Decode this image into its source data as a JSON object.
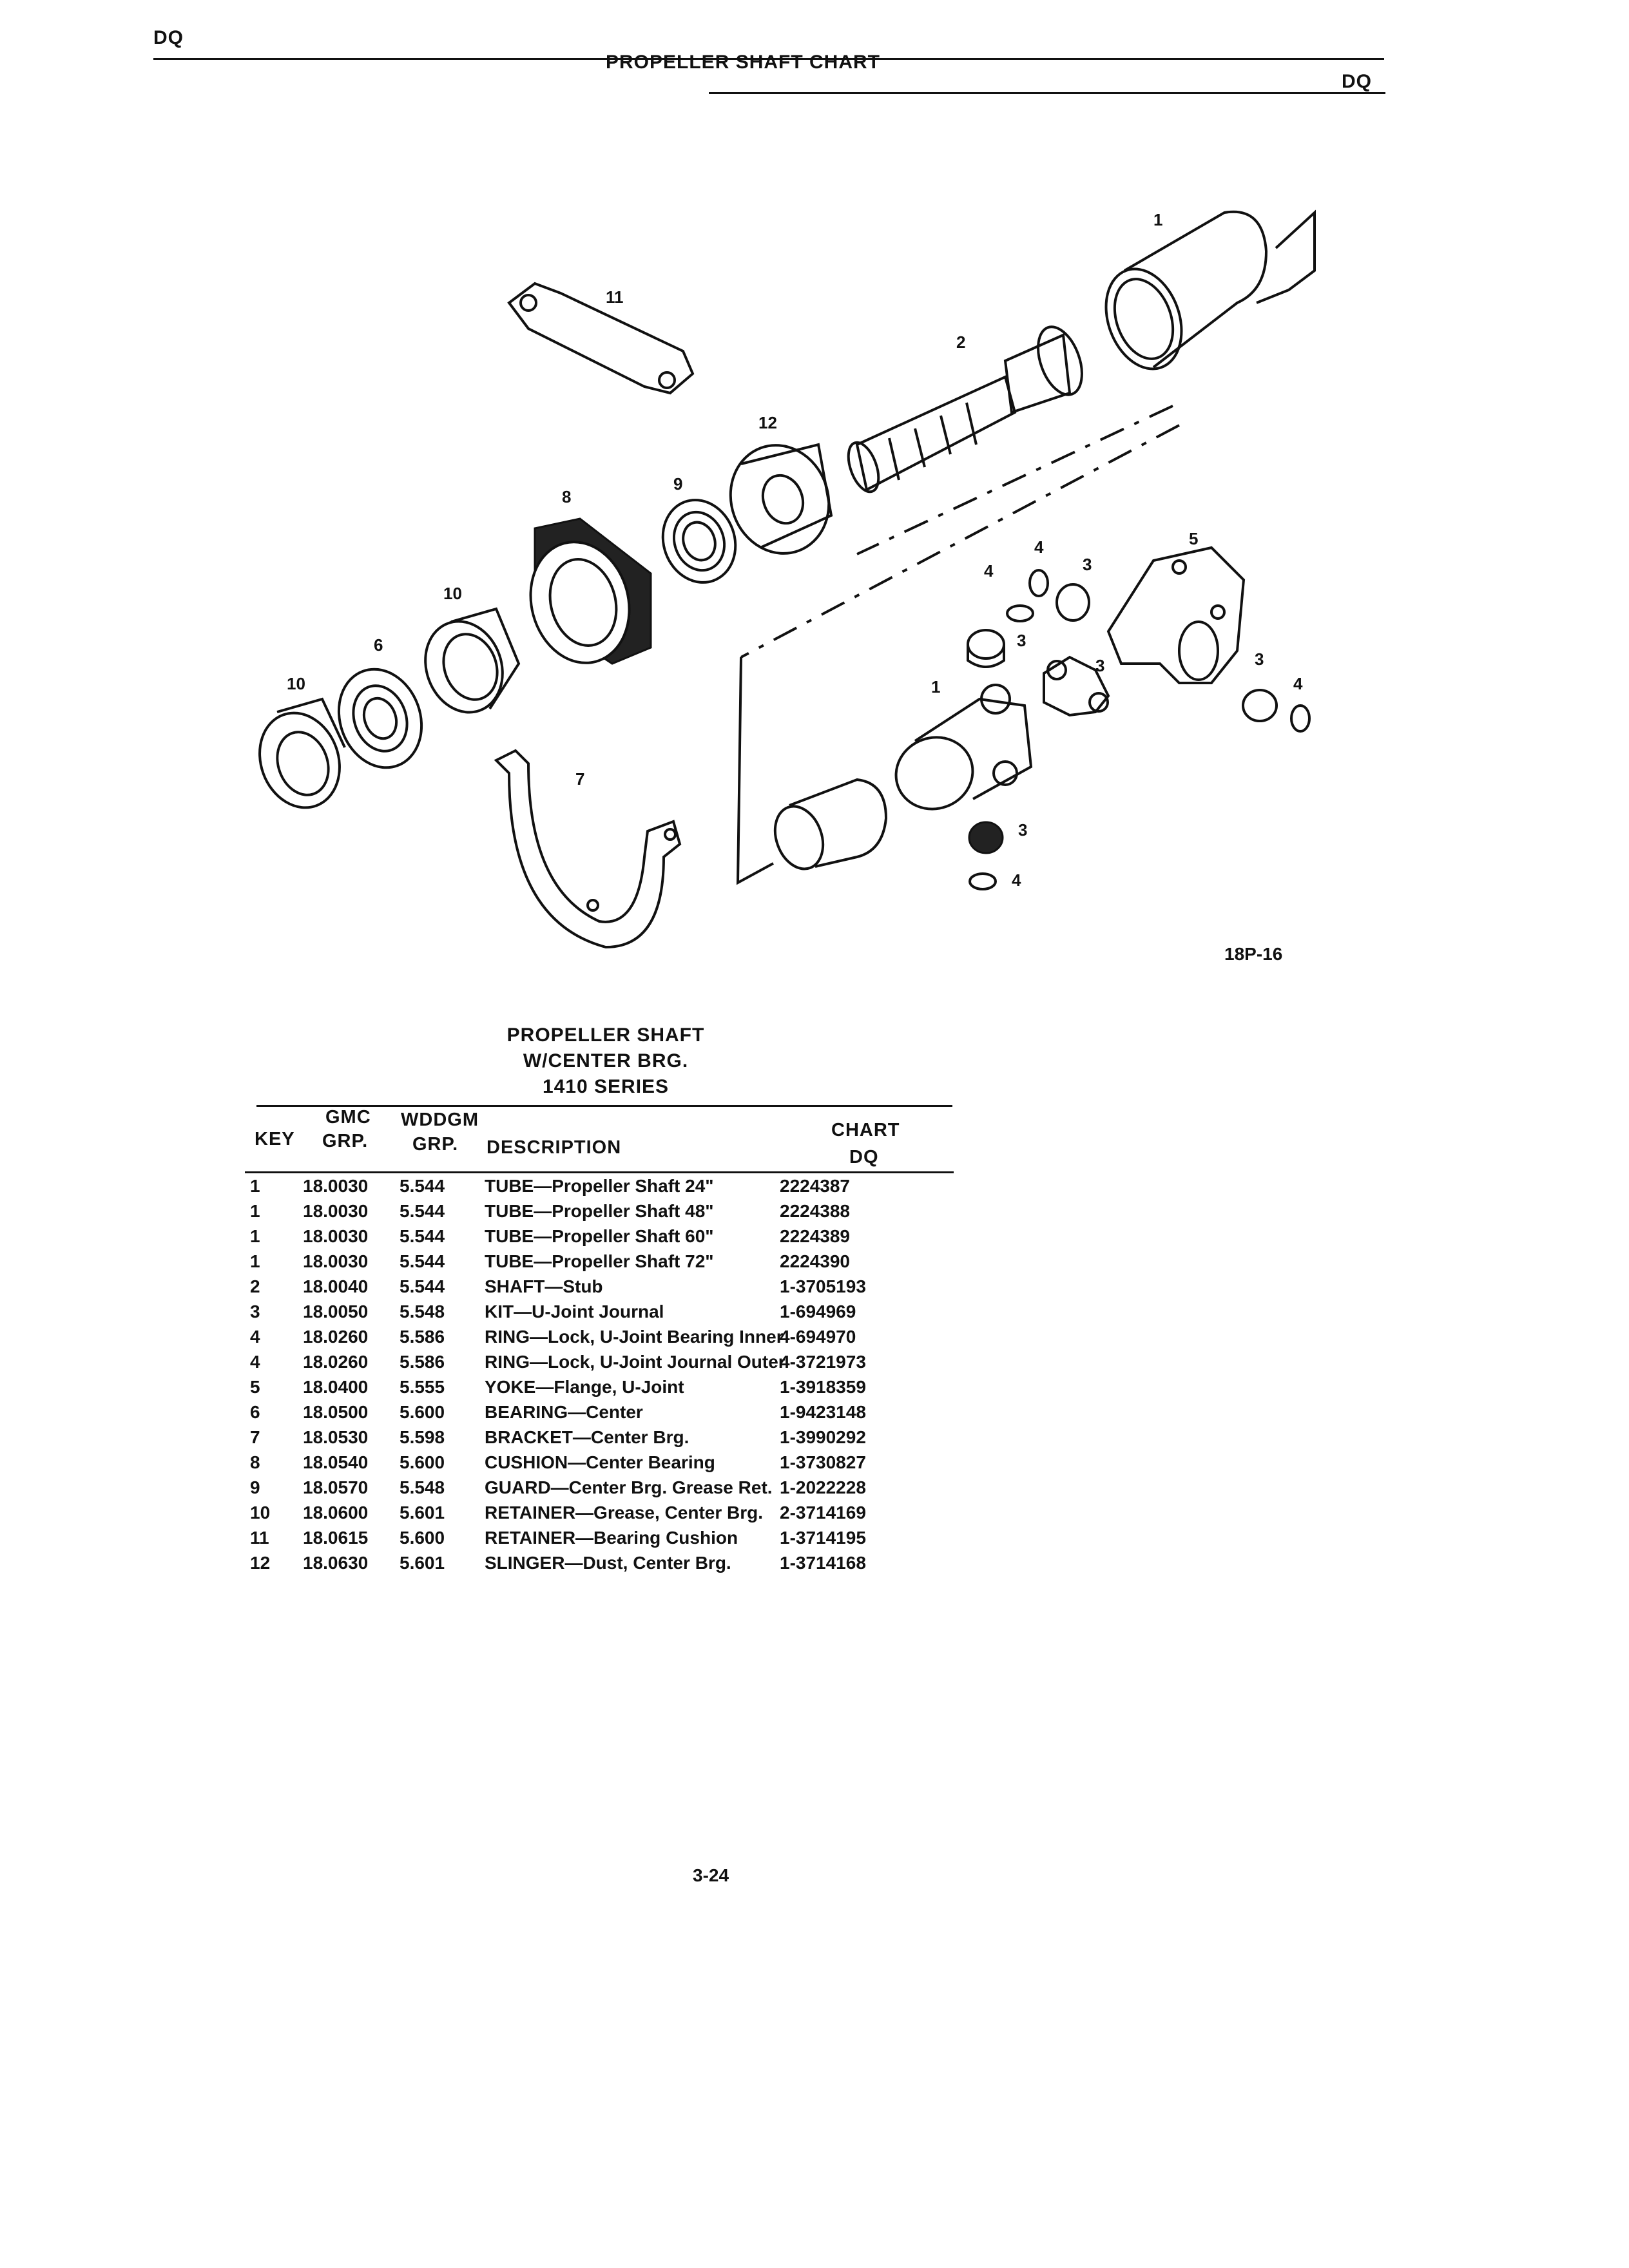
{
  "header": {
    "left_code": "DQ",
    "title": "PROPELLER SHAFT CHART",
    "right_code": "DQ"
  },
  "figure": {
    "callouts": [
      "1",
      "2",
      "3",
      "3",
      "3",
      "3",
      "3",
      "4",
      "4",
      "4",
      "5",
      "6",
      "7",
      "8",
      "9",
      "10",
      "10",
      "11",
      "12",
      "1"
    ],
    "figure_id": "18P-16"
  },
  "table": {
    "title_lines": [
      "PROPELLER SHAFT",
      "W/CENTER BRG.",
      "1410 SERIES"
    ],
    "headers": {
      "gmc": "GMC",
      "wddgm": "WDDGM",
      "chart": "CHART",
      "key": "KEY",
      "grp1": "GRP.",
      "grp2": "GRP.",
      "description": "DESCRIPTION",
      "dq": "DQ"
    },
    "rows": [
      {
        "key": "1",
        "gmc": "18.0030",
        "wddgm": "5.544",
        "description": "TUBE—Propeller Shaft 24\"",
        "chart": "2224387"
      },
      {
        "key": "1",
        "gmc": "18.0030",
        "wddgm": "5.544",
        "description": "TUBE—Propeller Shaft 48\"",
        "chart": "2224388"
      },
      {
        "key": "1",
        "gmc": "18.0030",
        "wddgm": "5.544",
        "description": "TUBE—Propeller Shaft 60\"",
        "chart": "2224389"
      },
      {
        "key": "1",
        "gmc": "18.0030",
        "wddgm": "5.544",
        "description": "TUBE—Propeller Shaft 72\"",
        "chart": "2224390"
      },
      {
        "key": "2",
        "gmc": "18.0040",
        "wddgm": "5.544",
        "description": "SHAFT—Stub",
        "chart": "1-3705193"
      },
      {
        "key": "3",
        "gmc": "18.0050",
        "wddgm": "5.548",
        "description": "KIT—U-Joint Journal",
        "chart": "1-694969"
      },
      {
        "key": "4",
        "gmc": "18.0260",
        "wddgm": "5.586",
        "description": "RING—Lock, U-Joint Bearing Inner",
        "chart": "4-694970"
      },
      {
        "key": "4",
        "gmc": "18.0260",
        "wddgm": "5.586",
        "description": "RING—Lock, U-Joint Journal Outer",
        "chart": "4-3721973"
      },
      {
        "key": "5",
        "gmc": "18.0400",
        "wddgm": "5.555",
        "description": "YOKE—Flange, U-Joint",
        "chart": "1-3918359"
      },
      {
        "key": "6",
        "gmc": "18.0500",
        "wddgm": "5.600",
        "description": "BEARING—Center",
        "chart": "1-9423148"
      },
      {
        "key": "7",
        "gmc": "18.0530",
        "wddgm": "5.598",
        "description": "BRACKET—Center Brg.",
        "chart": "1-3990292"
      },
      {
        "key": "8",
        "gmc": "18.0540",
        "wddgm": "5.600",
        "description": "CUSHION—Center Bearing",
        "chart": "1-3730827"
      },
      {
        "key": "9",
        "gmc": "18.0570",
        "wddgm": "5.548",
        "description": "GUARD—Center Brg. Grease Ret.",
        "chart": "1-2022228"
      },
      {
        "key": "10",
        "gmc": "18.0600",
        "wddgm": "5.601",
        "description": "RETAINER—Grease, Center Brg.",
        "chart": "2-3714169"
      },
      {
        "key": "11",
        "gmc": "18.0615",
        "wddgm": "5.600",
        "description": "RETAINER—Bearing Cushion",
        "chart": "1-3714195"
      },
      {
        "key": "12",
        "gmc": "18.0630",
        "wddgm": "5.601",
        "description": "SLINGER—Dust, Center Brg.",
        "chart": "1-3714168"
      }
    ]
  },
  "footer": {
    "page_number": "3-24"
  }
}
